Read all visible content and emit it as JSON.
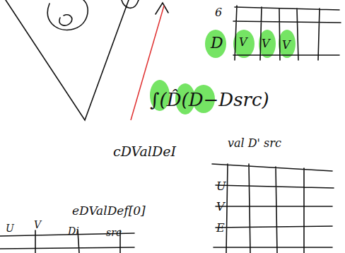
{
  "diagram": {
    "labels": [
      "6",
      "D",
      "V",
      "V",
      "V",
      "∫(D̂(D−Dsrc)",
      "cDValDeI",
      "val D' src",
      "U",
      "V",
      "E",
      "eDValDef[0]",
      "U",
      "V",
      "Di",
      "src"
    ]
  }
}
